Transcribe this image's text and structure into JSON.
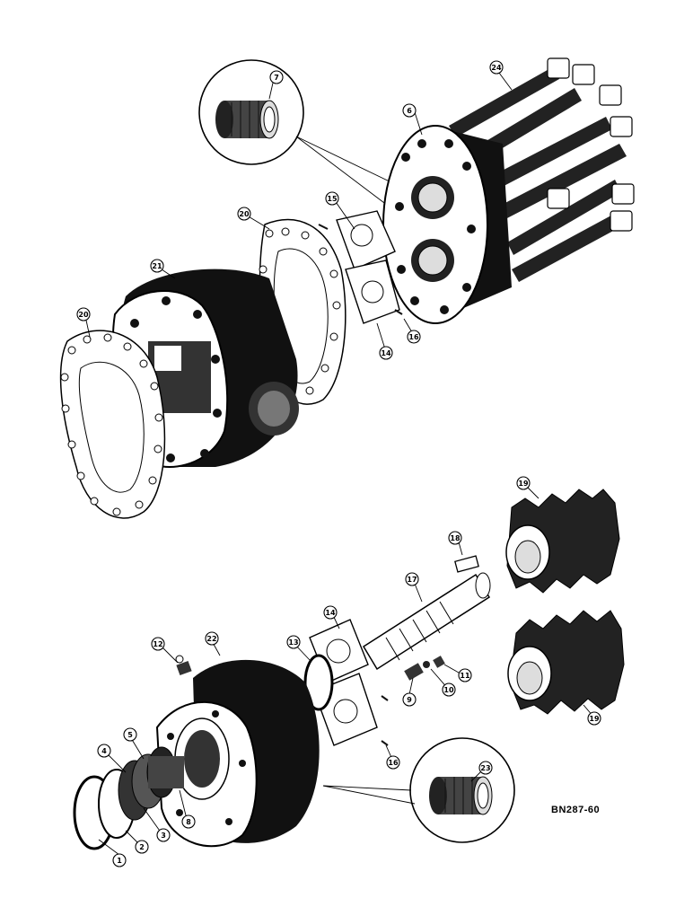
{
  "drawing_code": "BN287-60",
  "callouts": {
    "c1": "1",
    "c2": "2",
    "c3": "3",
    "c4": "4",
    "c5": "5",
    "c6": "6",
    "c7": "7",
    "c8": "8",
    "c9": "9",
    "c10": "10",
    "c11": "11",
    "c12": "12",
    "c13": "13",
    "c14a": "14",
    "c14b": "14",
    "c15": "15",
    "c16a": "16",
    "c16b": "16",
    "c17": "17",
    "c18": "18",
    "c19a": "19",
    "c19b": "19",
    "c20a": "20",
    "c20b": "20",
    "c21": "21",
    "c22": "22",
    "c23": "23",
    "c24": "24"
  },
  "colors": {
    "ink": "#111111",
    "paper": "#ffffff"
  }
}
